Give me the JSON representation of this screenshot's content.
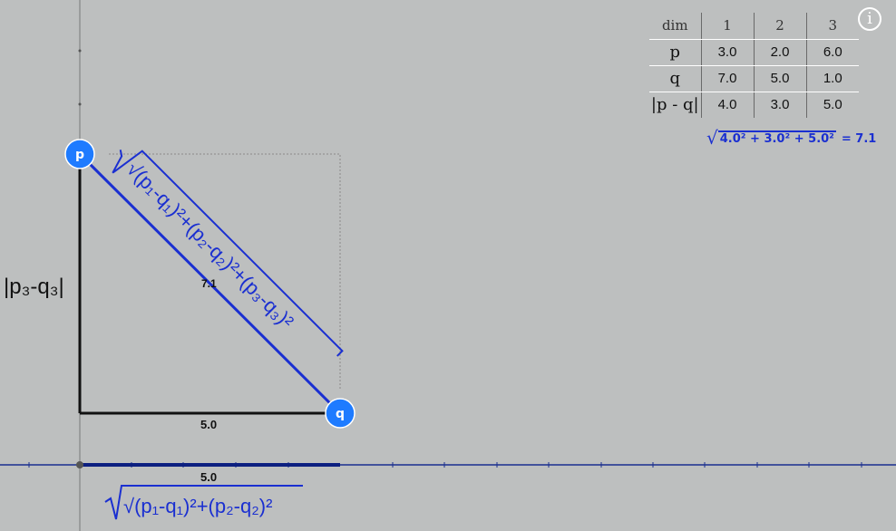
{
  "table": {
    "header": [
      "dim",
      "1",
      "2",
      "3"
    ],
    "rows": [
      {
        "label": "p",
        "values": [
          "3.0",
          "2.0",
          "6.0"
        ]
      },
      {
        "label": "q",
        "values": [
          "7.0",
          "5.0",
          "1.0"
        ]
      },
      {
        "label": "|p - q|",
        "values": [
          "4.0",
          "3.0",
          "5.0"
        ]
      }
    ]
  },
  "distance_formula": {
    "terms": [
      "4.0²",
      "3.0²",
      "5.0²"
    ],
    "plus": "+",
    "result": "= 7.1"
  },
  "points": {
    "p": "p",
    "q": "q"
  },
  "labels": {
    "vertical_leg": "|p₃-q₃|",
    "horizontal_leg_value": "5.0",
    "diagonal_value": "7.1",
    "axis_value": "5.0",
    "diagonal_formula": "√(p₁-q₁)²+(p₂-q₂)²+(p₃-q₃)²",
    "axis_formula": "√(p₁-q₁)²+(p₂-q₂)²"
  },
  "colors": {
    "background": "#bdbfbf",
    "blue": "#1a2fd1",
    "point_fill": "#1e7bff",
    "axis_blue": "#1a2f8f"
  }
}
